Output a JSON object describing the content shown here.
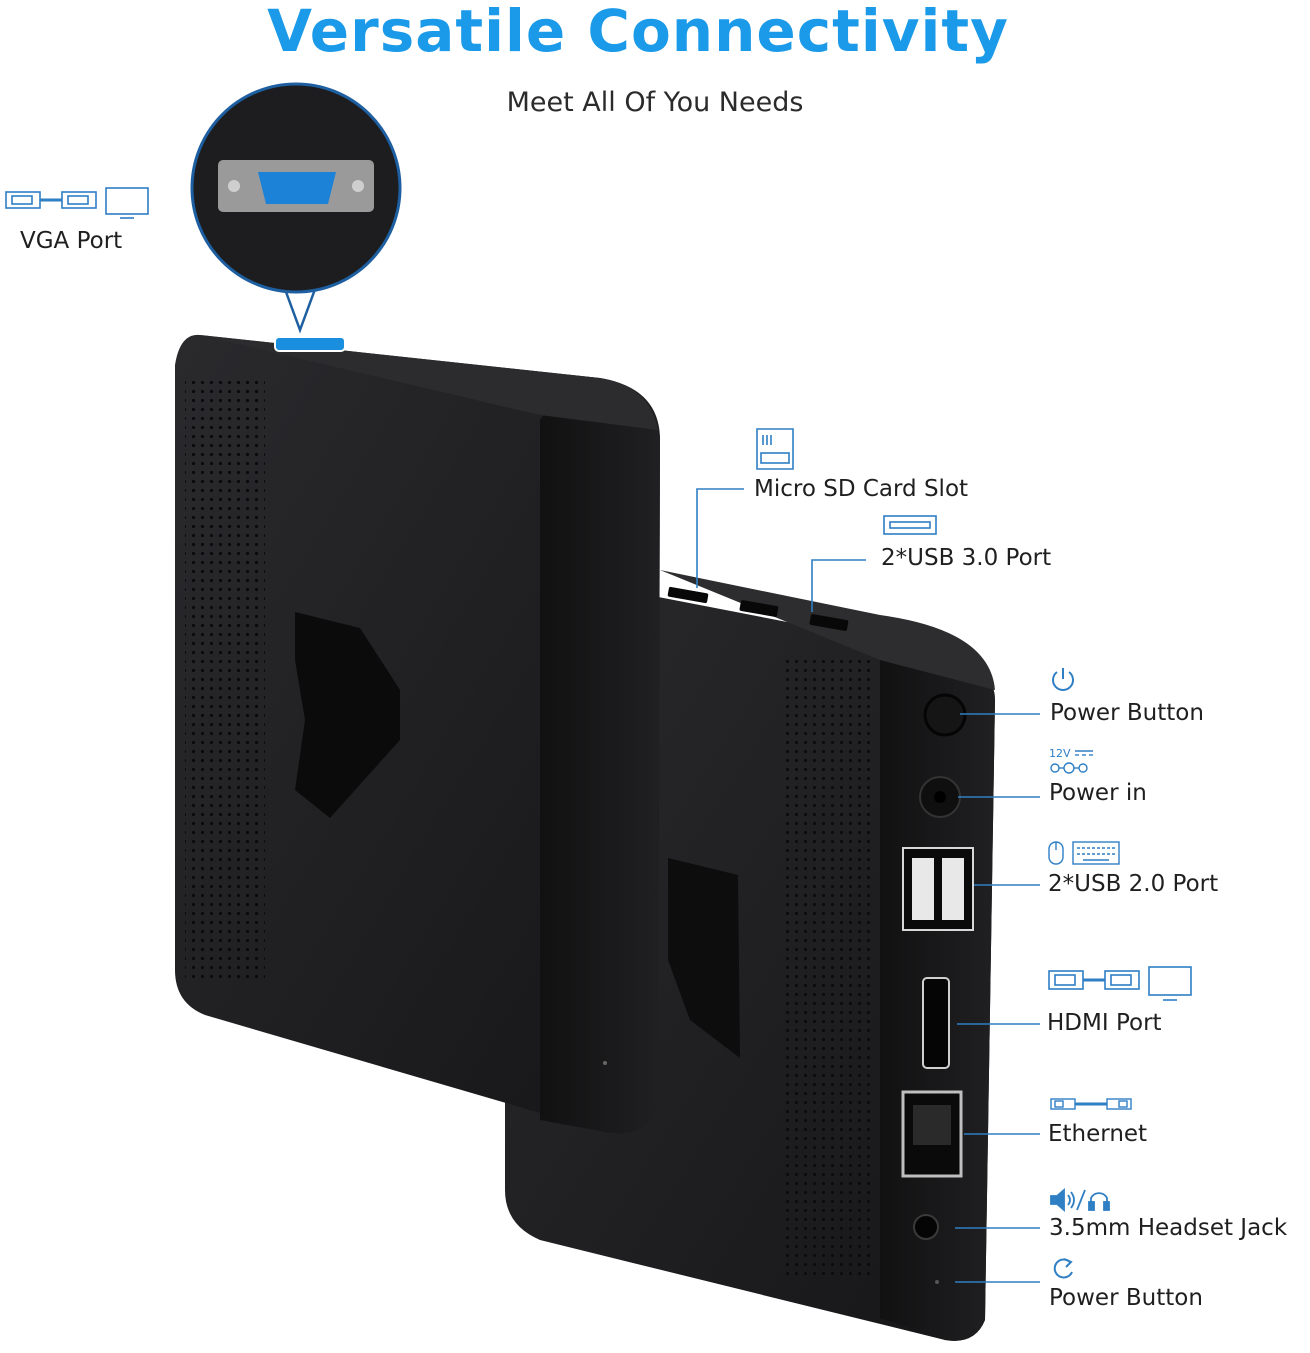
{
  "header": {
    "title": "Versatile Connectivity",
    "subtitle": "Meet All Of You Needs"
  },
  "colors": {
    "accent": "#1a9ae8",
    "device": "#1c1c1e",
    "device_edge": "#0b0b0c",
    "leader_line": "#2f7fc4"
  },
  "callouts": {
    "vga": {
      "label": "VGA Port",
      "icon": "vga-monitor-icon"
    },
    "sd": {
      "label": "Micro SD Card Slot",
      "icon": "sd-card-icon"
    },
    "usb3": {
      "label": "2*USB 3.0  Port",
      "icon": "usb-port-icon"
    },
    "power_button": {
      "label": "Power Button",
      "icon": "power-icon"
    },
    "power_in": {
      "label": "Power in",
      "icon": "dc-12v-icon",
      "icon_text": "12V"
    },
    "usb2": {
      "label": "2*USB 2.0  Port",
      "icon": "mouse-keyboard-icon"
    },
    "hdmi": {
      "label": "HDMI  Port",
      "icon": "hdmi-monitor-icon"
    },
    "ethernet": {
      "label": "Ethernet",
      "icon": "ethernet-cable-icon"
    },
    "audio": {
      "label": "3.5mm Headset Jack",
      "icon": "speaker-headset-icon"
    },
    "reset": {
      "label": "Power Button",
      "icon": "reset-icon"
    }
  }
}
